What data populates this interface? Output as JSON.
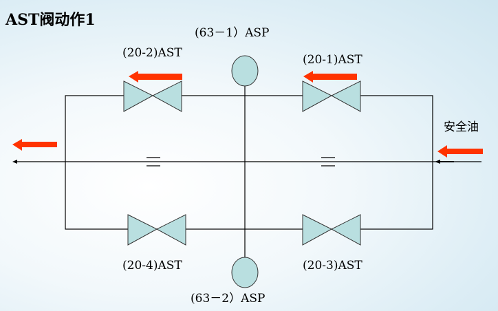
{
  "title": "AST阀动作1",
  "labels": {
    "asp_top": "(63－1）ASP",
    "asp_bottom": "(63－2）ASP",
    "ast_20_1": "(20-1)AST",
    "ast_20_2": "(20-2)AST",
    "ast_20_3": "(20-3)AST",
    "ast_20_4": "(20-4)AST",
    "safety_oil": "安全油"
  },
  "colors": {
    "valve_fill": "#b9dfe0",
    "arrow": "#ff3300",
    "line": "#000000"
  }
}
